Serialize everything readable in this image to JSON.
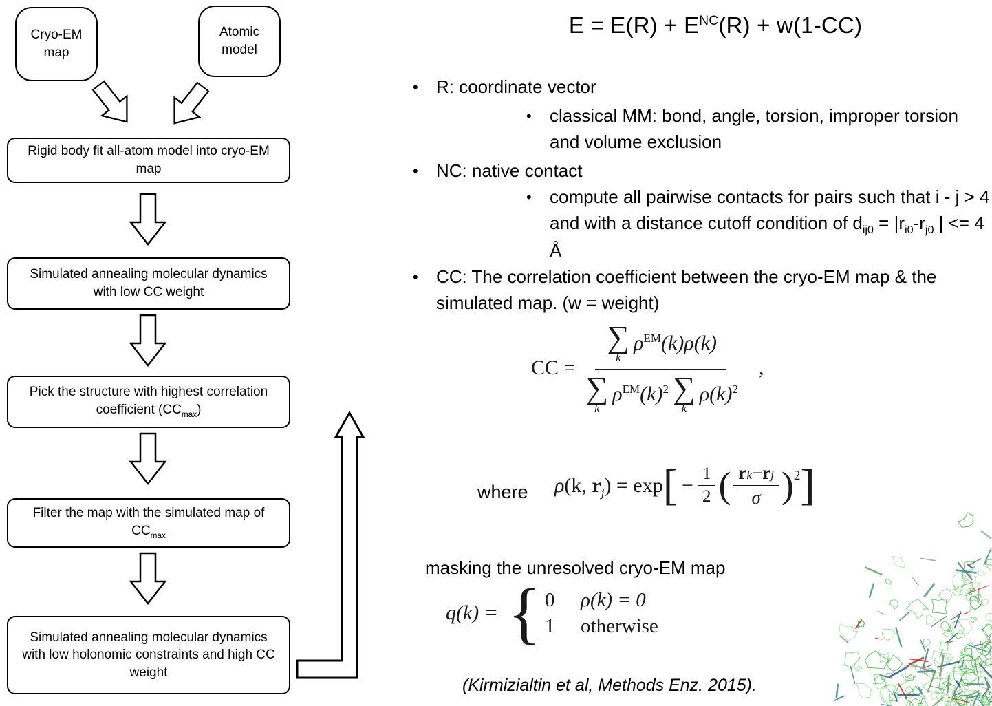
{
  "ui": {
    "bullet_char": "•"
  },
  "flowchart": {
    "box_cryo_em": "Cryo-EM map",
    "box_atomic": "Atomic model",
    "box_rigid": "Rigid body fit all-atom model into cryo-EM map",
    "box_sa_low": "Simulated annealing molecular dynamics with low CC weight",
    "box_pick_p1": "Pick the structure with highest correlation coefficient (CC",
    "box_pick_sub": "max",
    "box_pick_p2": ")",
    "box_filter_p1": "Filter the map with the simulated map of CC",
    "box_filter_sub": "max",
    "box_sa_high": "Simulated annealing molecular dynamics with low holonomic constraints and high CC weight"
  },
  "title_equation": {
    "p1": "E = E(R) + E",
    "sup": "NC",
    "p2": "(R) + w(1-CC)"
  },
  "bullets": {
    "r": "R: coordinate vector",
    "r_sub": "classical MM: bond, angle, torsion, improper torsion and volume exclusion",
    "nc": "NC: native contact",
    "nc_sub_p1": "compute all pairwise contacts for pairs such that i - j > 4 and with a distance cutoff condition of d",
    "nc_sub_s1": "ij0",
    "nc_sub_p2": " = |r",
    "nc_sub_s2": "i0",
    "nc_sub_p3": "-r",
    "nc_sub_s3": "j0",
    "nc_sub_p4": " | <= 4 Å",
    "cc": "CC: The correlation coefficient between the cryo-EM map & the simulated map. (w = weight)"
  },
  "cc_equation": {
    "lhs": "CC =",
    "sigma": "∑",
    "limit": "k",
    "rho": "ρ",
    "em_sup": "EM",
    "num_tail": "(k)ρ(k)",
    "den_k": "(k)",
    "den_sq": "2",
    "den_tail": "ρ(k)",
    "den_sq2": "2",
    "comma": ","
  },
  "where_equation": {
    "label": "where",
    "rho": "ρ",
    "open": "(k, ",
    "r1": "r",
    "r1_sub": "j",
    "close": ") = exp",
    "minus": "−",
    "half_num": "1",
    "half_den": "2",
    "in_r1": "r",
    "in_r1_sub": "k",
    "in_minus": " − ",
    "in_r2": "r",
    "in_r2_sub": "j",
    "sigma": "σ",
    "sq": "2"
  },
  "masking_label": "masking the unresolved cryo-EM map",
  "q_equation": {
    "lhs": "q(k) =",
    "case1_val": "0",
    "case1_cond": "ρ(k) = 0",
    "case2_val": "1",
    "case2_cond": "otherwise"
  },
  "citation": "(Kirmizialtin et al, Methods Enz. 2015)."
}
